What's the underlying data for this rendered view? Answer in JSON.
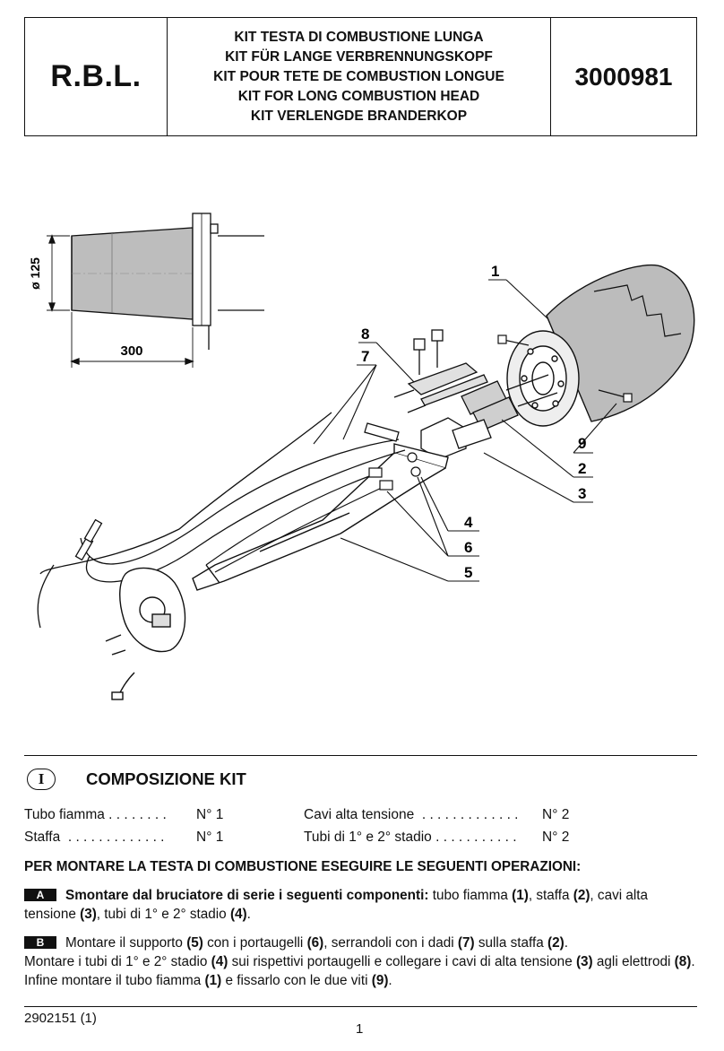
{
  "header": {
    "brand": "R.B.L.",
    "titles": [
      "KIT TESTA DI COMBUSTIONE LUNGA",
      "KIT FÜR LANGE VERBRENNUNGSKOPF",
      "KIT POUR TETE DE COMBUSTION LONGUE",
      "KIT FOR LONG COMBUSTION HEAD",
      "KIT VERLENGDE BRANDERKOP"
    ],
    "code": "3000981"
  },
  "drawing": {
    "dim_diameter": "ø 125",
    "dim_length": "300",
    "callouts": [
      "1",
      "2",
      "3",
      "4",
      "5",
      "6",
      "7",
      "8",
      "9"
    ]
  },
  "section": {
    "lang": "I",
    "title": "COMPOSIZIONE KIT"
  },
  "kit_items": [
    {
      "left_name": "Tubo fiamma . . . . . . . .",
      "left_qty": "N° 1",
      "right_name": "Cavi alta tensione  . . . . . . . . . . . . .",
      "right_qty": "N° 2"
    },
    {
      "left_name": "Staffa  . . . . . . . . . . . . .",
      "left_qty": "N° 1",
      "right_name": "Tubi di 1° e 2° stadio . . . . . . . . . . .",
      "right_qty": "N° 2"
    }
  ],
  "instructions": {
    "title": "PER MONTARE LA TESTA DI COMBUSTIONE ESEGUIRE LE SEGUENTI OPERAZIONI:",
    "step_a": {
      "badge": "A",
      "bold": "Smontare dal bruciatore di serie i seguenti componenti:",
      "p1": " tubo fiamma ",
      "r1": "(1)",
      "p2": ", staffa ",
      "r2": "(2)",
      "p3": ", cavi alta tensione ",
      "r3": "(3)",
      "p4": ", tubi di 1° e 2° stadio ",
      "r4": "(4)",
      "p5": "."
    },
    "step_b": {
      "badge": "B",
      "p1": "Montare il supporto ",
      "r1": "(5)",
      "p2": " con i portaugelli ",
      "r2": "(6)",
      "p3": ", serrandoli con i dadi ",
      "r3": "(7)",
      "p4": " sulla staffa ",
      "r4": "(2)",
      "p5": ".",
      "p6": "Montare  i tubi di 1° e 2° stadio ",
      "r5": "(4)",
      "p7": " sui rispettivi portaugelli e collegare i cavi di alta tensione ",
      "r6": "(3)",
      "p8": " agli elettrodi ",
      "r7": "(8)",
      "p9": ". Infine montare il tubo fiamma ",
      "r8": "(1)",
      "p10": " e fissarlo con le due viti ",
      "r9": "(9)",
      "p11": "."
    }
  },
  "footer": {
    "doc_code": "2902151 (1)",
    "page": "1"
  }
}
